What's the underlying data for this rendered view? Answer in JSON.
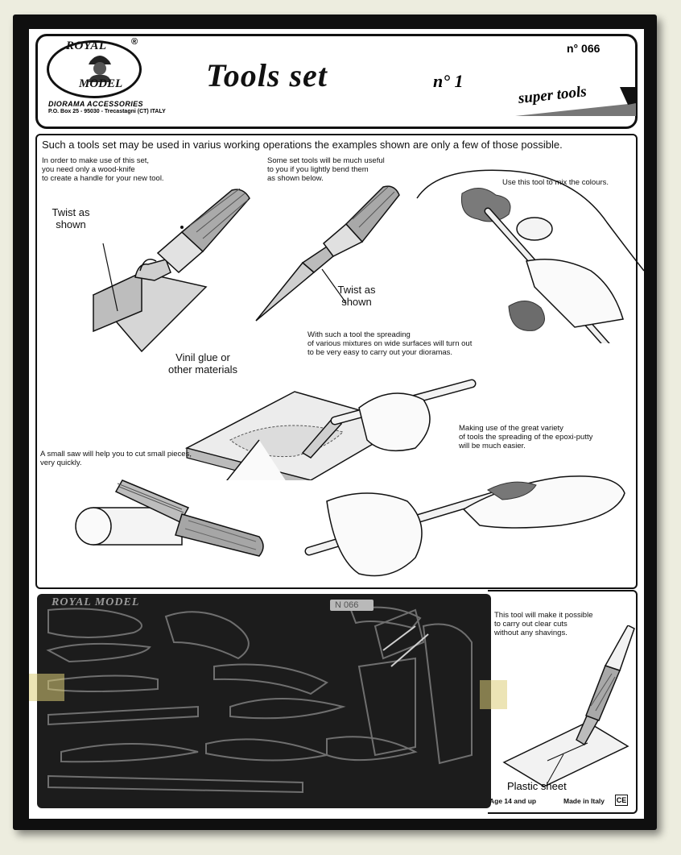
{
  "header": {
    "logo_top": "ROYAL",
    "logo_bottom": "MODEL",
    "registered": "®",
    "tagline": "DIORAMA ACCESSORIES",
    "address": "P.O. Box 25 - 95030 - Trecastagni (CT) ITALY",
    "title": "Tools set",
    "title_number": "n° 1",
    "product_code": "n° 066",
    "badge": "super tools"
  },
  "intro": "Such a tools set may be used in varius working operations the examples shown are only a few of those possible.",
  "captions": {
    "wood_knife": [
      "In order to make use of this set,",
      "you need only a wood-knife",
      "to create a handle for your new tool."
    ],
    "twist_left": [
      "Twist as",
      "shown"
    ],
    "bend": [
      "Some set tools will be much useful",
      "to you if you lightly bend them",
      "as shown below."
    ],
    "twist_right": [
      "Twist as",
      "shown"
    ],
    "mix": "Use this tool to mix the colours.",
    "spreading": [
      "With such a tool the spreading",
      "of various mixtures on wide surfaces will turn out",
      "to be very easy to carry out your dioramas."
    ],
    "vinil": [
      "Vinil glue or",
      "other materials"
    ],
    "saw": [
      "A small saw will help you to cut small pieces,",
      "very quickly."
    ],
    "putty": [
      "Making use of the great variety",
      "of tools the spreading of the epoxi-putty",
      "will be much easier."
    ],
    "clear_cuts": [
      "This tool will make it possible",
      "to carry out clear cuts",
      "without any shavings."
    ],
    "plastic_sheet": "Plastic sheet"
  },
  "etch": {
    "brand": "ROYAL MODEL",
    "label": "N  066"
  },
  "footer": {
    "age": "Age 14 and up",
    "made_in": "Made in Italy",
    "ce": "CE"
  }
}
